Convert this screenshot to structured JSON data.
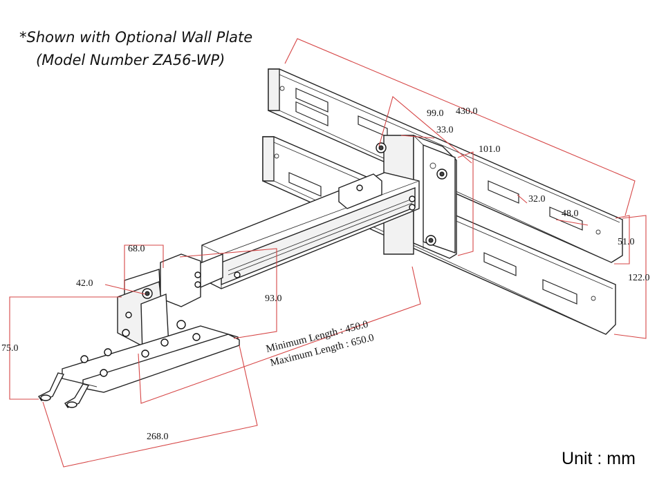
{
  "note": {
    "line1": "*Shown with Optional Wall Plate",
    "line2": "(Model Number ZA56-WP)"
  },
  "unit_label": "Unit : mm",
  "dimensions": {
    "d430": "430.0",
    "d99": "99.0",
    "d33": "33.0",
    "d101": "101.0",
    "d32": "32.0",
    "d48": "48.0",
    "d51": "51.0",
    "d122": "122.0",
    "d68": "68.0",
    "d42": "42.0",
    "d93": "93.0",
    "d75": "75.0",
    "d268": "268.0"
  },
  "lengths": {
    "min": "Minimum Length : 450.0",
    "max": "Maximum Length : 650.0"
  },
  "colors": {
    "dimension_line": "#d64545",
    "drawing_line": "#222222"
  }
}
